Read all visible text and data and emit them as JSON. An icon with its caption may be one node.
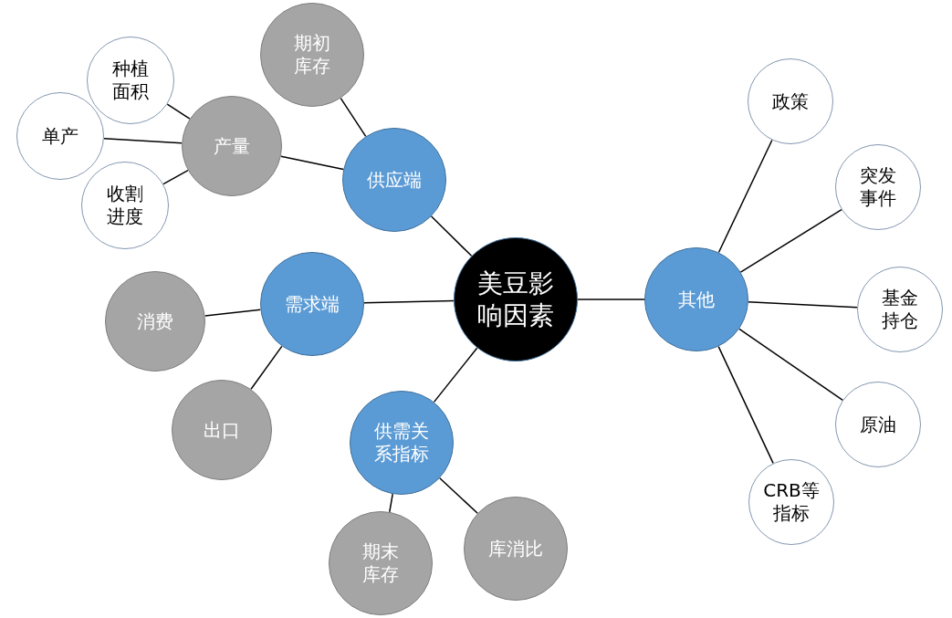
{
  "diagram": {
    "nodes": [
      {
        "text": [
          "美豆影响因素"
        ]
      },
      {
        "text": [
          "供应端"
        ]
      },
      {
        "text": [
          "需求端"
        ]
      },
      {
        "text": [
          "供需关系指标"
        ]
      },
      {
        "text": [
          "其他"
        ]
      },
      {
        "text": [
          "产量"
        ]
      },
      {
        "text": [
          "期初库存"
        ]
      },
      {
        "text": [
          "种植面积"
        ]
      },
      {
        "text": [
          "单产"
        ]
      },
      {
        "text": [
          "收割进度"
        ]
      },
      {
        "text": [
          "消费"
        ]
      },
      {
        "text": [
          "出口"
        ]
      },
      {
        "text": [
          "期末库存"
        ]
      },
      {
        "text": [
          "库消比"
        ]
      },
      {
        "text": [
          "政策"
        ]
      },
      {
        "text": [
          "突发事件"
        ]
      },
      {
        "text": [
          "基金持仓"
        ]
      },
      {
        "text": [
          "原油"
        ]
      },
      {
        "text": [
          "CRB等指标"
        ]
      }
    ],
    "edges": [
      {
        "from": 0,
        "to": 1,
        "arrow": "none"
      },
      {
        "from": 0,
        "to": 2,
        "arrow": "none"
      },
      {
        "from": 0,
        "to": 3,
        "arrow": "none"
      },
      {
        "from": 0,
        "to": 4,
        "arrow": "none"
      },
      {
        "from": 1,
        "to": 5,
        "arrow": "none"
      },
      {
        "from": 1,
        "to": 6,
        "arrow": "none"
      },
      {
        "from": 5,
        "to": 7,
        "arrow": "none"
      },
      {
        "from": 5,
        "to": 8,
        "arrow": "none"
      },
      {
        "from": 5,
        "to": 9,
        "arrow": "none"
      },
      {
        "from": 2,
        "to": 10,
        "arrow": "none"
      },
      {
        "from": 2,
        "to": 11,
        "arrow": "none"
      },
      {
        "from": 3,
        "to": 12,
        "arrow": "none"
      },
      {
        "from": 3,
        "to": 13,
        "arrow": "none"
      },
      {
        "from": 4,
        "to": 14,
        "arrow": "none"
      },
      {
        "from": 4,
        "to": 15,
        "arrow": "none"
      },
      {
        "from": 4,
        "to": 16,
        "arrow": "none"
      },
      {
        "from": 4,
        "to": 17,
        "arrow": "none"
      },
      {
        "from": 4,
        "to": 18,
        "arrow": "none"
      }
    ]
  }
}
